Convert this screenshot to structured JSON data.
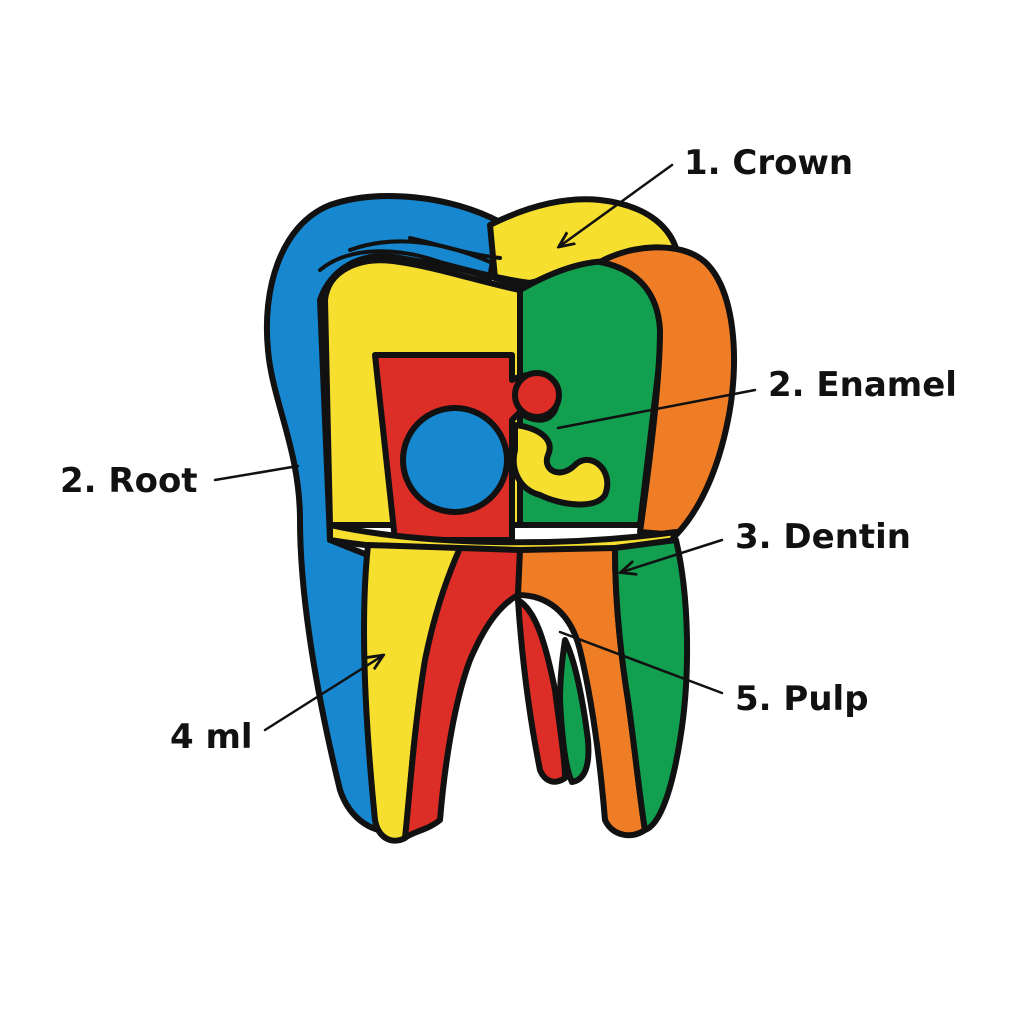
{
  "labels": {
    "crown": "1. Crown",
    "enamel": "2. Enamel",
    "root": "2. Root",
    "dentin": "3. Dentin",
    "pulp": "5. Pulp",
    "volume": "4 ml"
  },
  "colors": {
    "blue": "#1787cf",
    "yellow": "#f7df2f",
    "green": "#12a050",
    "orange": "#ee7d26",
    "red": "#dc2d27",
    "outline": "#111111"
  }
}
